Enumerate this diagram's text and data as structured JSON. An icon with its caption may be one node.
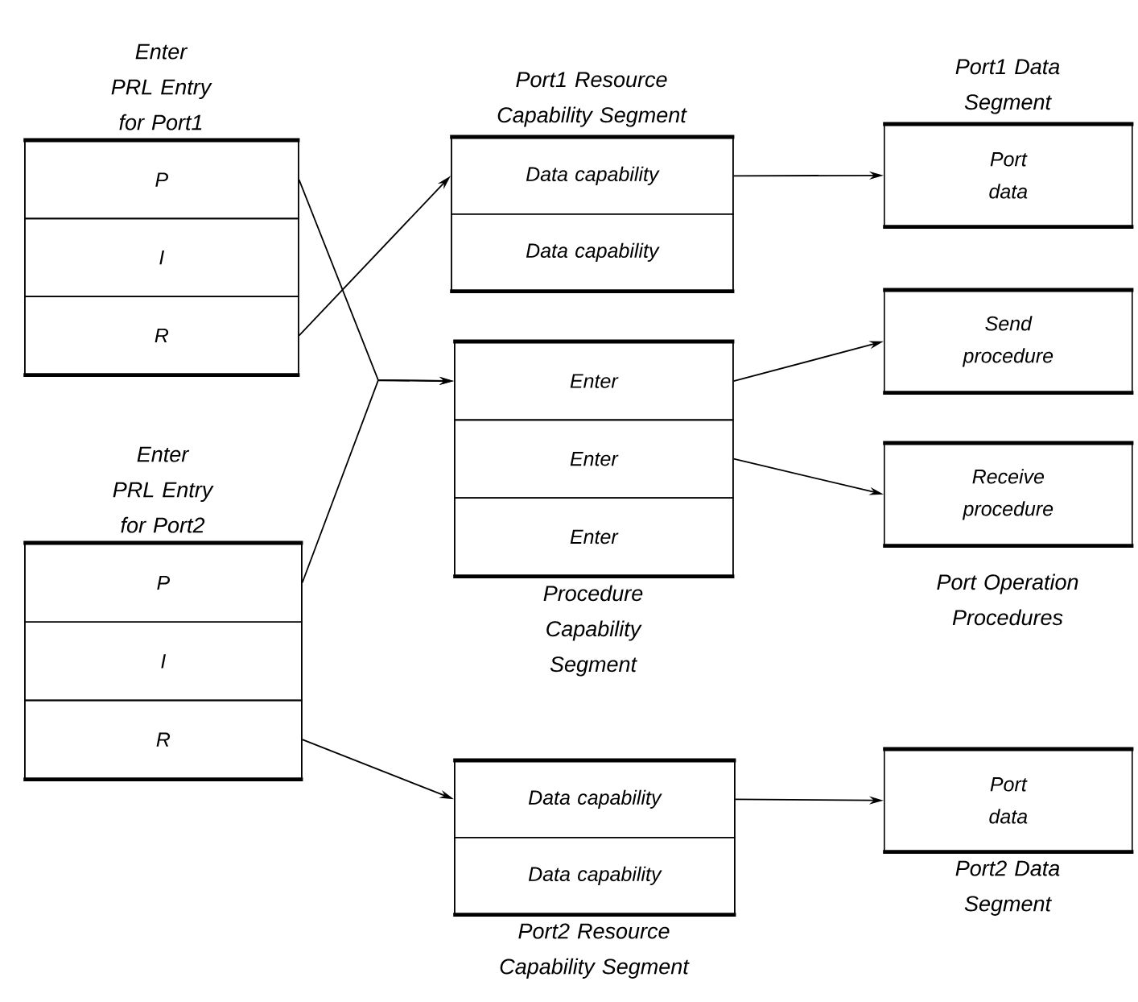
{
  "diagram": {
    "nodes": [
      {
        "text": [
          "Enter PRL Entry for Port1"
        ]
      },
      {
        "text": [
          "P"
        ],
        "in": 0
      },
      {
        "text": [
          "I"
        ],
        "in": 0
      },
      {
        "text": [
          "R"
        ],
        "in": 0
      },
      {
        "text": [
          "Enter PRL Entry for Port2"
        ]
      },
      {
        "text": [
          "P"
        ],
        "in": 4
      },
      {
        "text": [
          "I"
        ],
        "in": 4
      },
      {
        "text": [
          "R"
        ],
        "in": 4
      },
      {
        "text": [
          "Port1 Resource Capability Segment"
        ]
      },
      {
        "text": [
          "Data capability"
        ],
        "in": 8
      },
      {
        "text": [
          "Data capability"
        ],
        "in": 8
      },
      {
        "text": [
          "Procedure Capability Segment"
        ]
      },
      {
        "text": [
          "Enter"
        ],
        "in": 11
      },
      {
        "text": [
          "Enter"
        ],
        "in": 11
      },
      {
        "text": [
          "Enter"
        ],
        "in": 11
      },
      {
        "text": [
          "Port2 Resource Capability Segment"
        ]
      },
      {
        "text": [
          "Data capability"
        ],
        "in": 15
      },
      {
        "text": [
          "Data capability"
        ],
        "in": 15
      },
      {
        "text": [
          "Port1 Data Segment",
          "Port data"
        ]
      },
      {
        "text": [
          "Send procedure"
        ]
      },
      {
        "text": [
          "Receive procedure"
        ]
      },
      {
        "text": [
          "Port data",
          "Port2 Data Segment"
        ]
      }
    ],
    "edges": [
      {
        "from": 3,
        "to": 9,
        "arrow": "to"
      },
      {
        "from": 1,
        "to": 12,
        "arrow": "to"
      },
      {
        "from": 5,
        "to": 12,
        "arrow": "to"
      },
      {
        "from": 7,
        "to": 16,
        "arrow": "to"
      },
      {
        "from": 9,
        "to": 18,
        "arrow": "to"
      },
      {
        "from": 12,
        "to": 19,
        "arrow": "to"
      },
      {
        "from": 13,
        "to": 20,
        "arrow": "to"
      },
      {
        "from": 16,
        "to": 21,
        "arrow": "to"
      }
    ],
    "labels": [
      "Port Operation Procedures"
    ]
  }
}
